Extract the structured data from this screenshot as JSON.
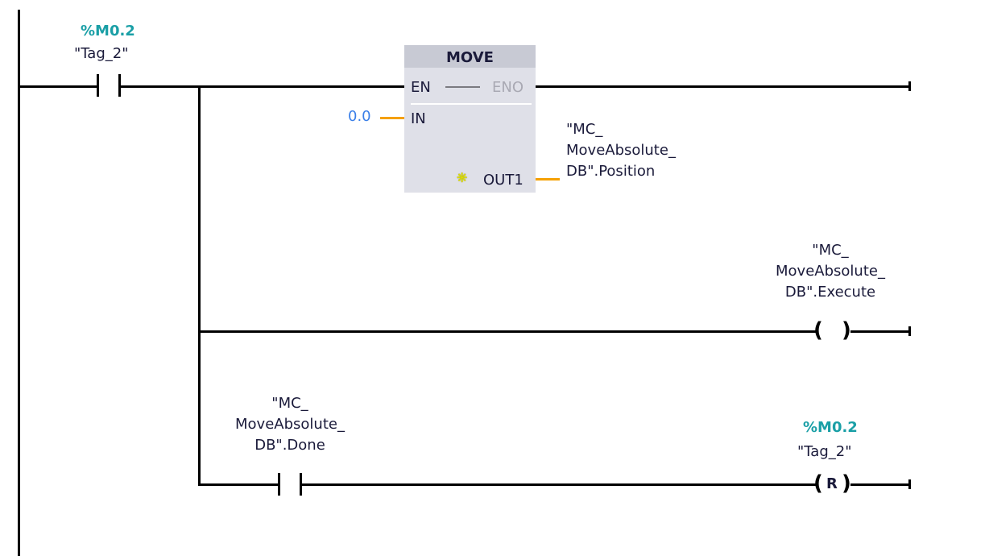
{
  "network": {
    "rung1": {
      "contact": {
        "address": "%M0.2",
        "tag": "\"Tag_2\""
      },
      "move_block": {
        "title": "MOVE",
        "pins": {
          "en": "EN",
          "eno": "ENO",
          "in": "IN",
          "out": "OUT1"
        },
        "in_value": "0.0",
        "out_operand": "\"MC_\nMoveAbsolute_\nDB\".Position",
        "out_icon": "new-output-star-icon"
      }
    },
    "rung2": {
      "coil": {
        "operand": "\"MC_\nMoveAbsolute_\nDB\".Execute",
        "type": "output-coil"
      }
    },
    "rung3": {
      "contact": {
        "operand": "\"MC_\nMoveAbsolute_\nDB\".Done"
      },
      "coil": {
        "address": "%M0.2",
        "tag": "\"Tag_2\"",
        "letter": "R",
        "type": "reset-coil"
      }
    }
  },
  "colors": {
    "wire": "#000000",
    "address": "#1a9fa6",
    "constant": "#3a7fe8",
    "data_connection": "#f5a000",
    "block_body": "#dfe0e8",
    "block_header": "#c8cad4"
  }
}
